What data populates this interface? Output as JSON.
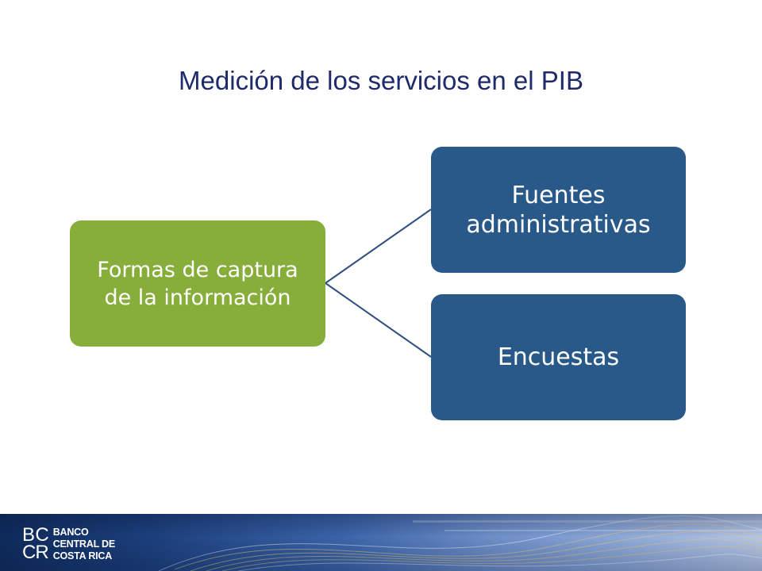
{
  "title": "Medición de los servicios en el PIB",
  "diagram": {
    "root": "Formas de captura de la información",
    "children": [
      "Fuentes administrativas",
      "Encuestas"
    ]
  },
  "colors": {
    "title": "#1f2a6b",
    "root_node": "#87ad3a",
    "child_node": "#285988",
    "connector": "#2f4f7f"
  },
  "footer": {
    "logo": {
      "mark": [
        "B",
        "C",
        "C",
        "R"
      ],
      "lines": [
        "BANCO",
        "CENTRAL DE",
        "COSTA RICA"
      ]
    }
  }
}
